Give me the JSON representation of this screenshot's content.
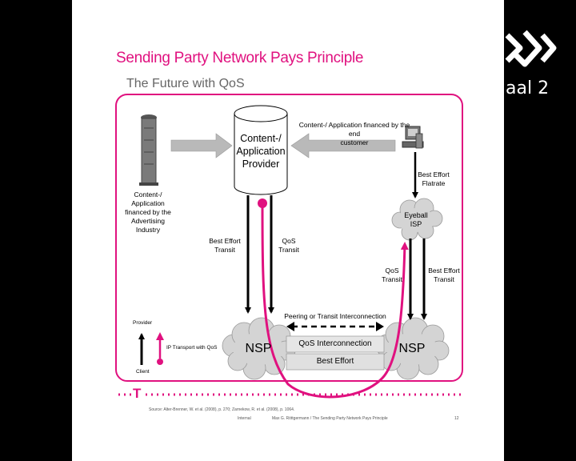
{
  "slide": {
    "title": "Sending Party Network Pays Principle",
    "subtitle": "The Future with QoS"
  },
  "diagram": {
    "content_provider": [
      "Content-/",
      "Application",
      "Provider"
    ],
    "advertising_label": [
      "Content-/",
      "Application",
      "financed by the",
      "Advertising",
      "Industry"
    ],
    "end_customer_label": [
      "Content-/ Application financed by the end",
      "customer"
    ],
    "best_effort_flatrate": [
      "Best Effort",
      "Flatrate"
    ],
    "eyeball_isp": [
      "Eyeball",
      "ISP"
    ],
    "best_effort_transit_left": [
      "Best Effort",
      "Transit"
    ],
    "qos_transit_left": [
      "QoS",
      "Transit"
    ],
    "qos_transit_right": [
      "QoS",
      "Transit"
    ],
    "best_effort_transit_right": [
      "Best Effort",
      "Transit"
    ],
    "nsp_left": "NSP",
    "nsp_right": "NSP",
    "peering_label": "Peering or Transit Interconnection",
    "qos_interconnection": "QoS Interconnection",
    "best_effort": "Best Effort",
    "legend_provider": "Provider",
    "legend_client": "Client",
    "legend_ip": "IP Transport with QoS"
  },
  "footer": {
    "logo_text": "T",
    "source": "Source: Alter-Brenner, W. et al. (2008), p. 270; Zarnekow, R. et al. (2008), p. 1064.",
    "internal": "Internal",
    "author": "Max G. Röttgermann  /  The Sending Party Network Pays Principle",
    "page": "12"
  },
  "channel": {
    "name": "aal 2"
  },
  "colors": {
    "magenta": "#e0117f",
    "gray_arrow": "#b0b0b0"
  }
}
